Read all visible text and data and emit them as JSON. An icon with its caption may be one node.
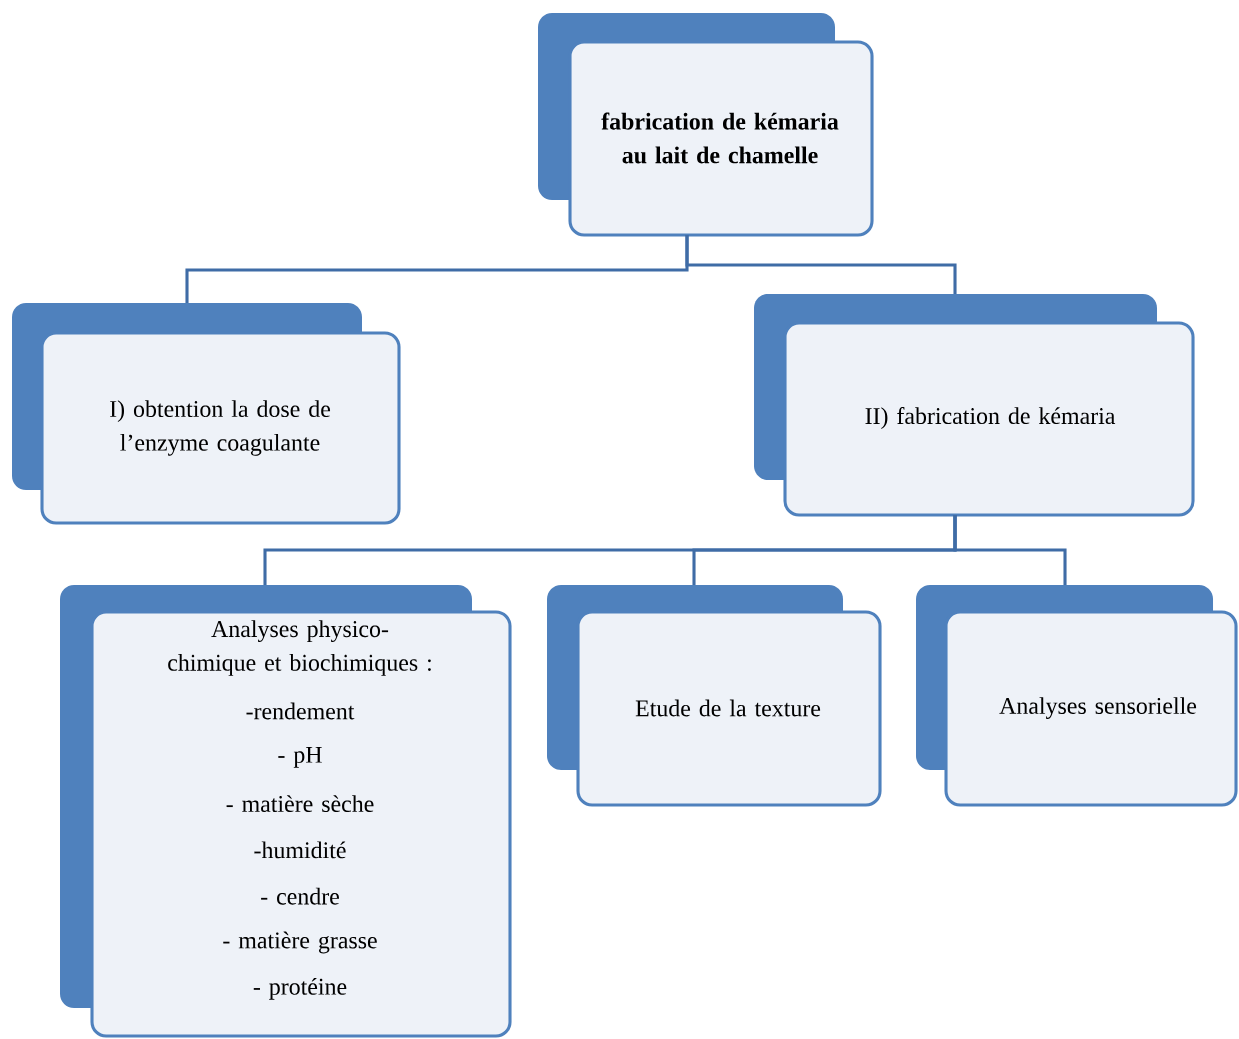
{
  "diagram": {
    "nodes": [
      {
        "text": [
          "fabrication de kémaria au lait de chamelle"
        ]
      },
      {
        "text": [
          "I)  obtention la dose de l’enzyme coagulante"
        ]
      },
      {
        "text": [
          "II)  fabrication de kémaria"
        ]
      },
      {
        "text": [
          "Analyses physico-chimique et biochimiques :",
          "-rendement",
          "- pH",
          "- matière sèche",
          "-humidité",
          "- cendre",
          "- matière grasse",
          "-  protéine"
        ]
      },
      {
        "text": [
          "Etude de la texture"
        ]
      },
      {
        "text": [
          "Analyses sensorielle"
        ]
      }
    ],
    "edges": [
      {
        "from": 0,
        "to": 1,
        "arrow": "none"
      },
      {
        "from": 0,
        "to": 2,
        "arrow": "none"
      },
      {
        "from": 2,
        "to": 3,
        "arrow": "none"
      },
      {
        "from": 2,
        "to": 4,
        "arrow": "none"
      },
      {
        "from": 2,
        "to": 5,
        "arrow": "none"
      }
    ]
  }
}
